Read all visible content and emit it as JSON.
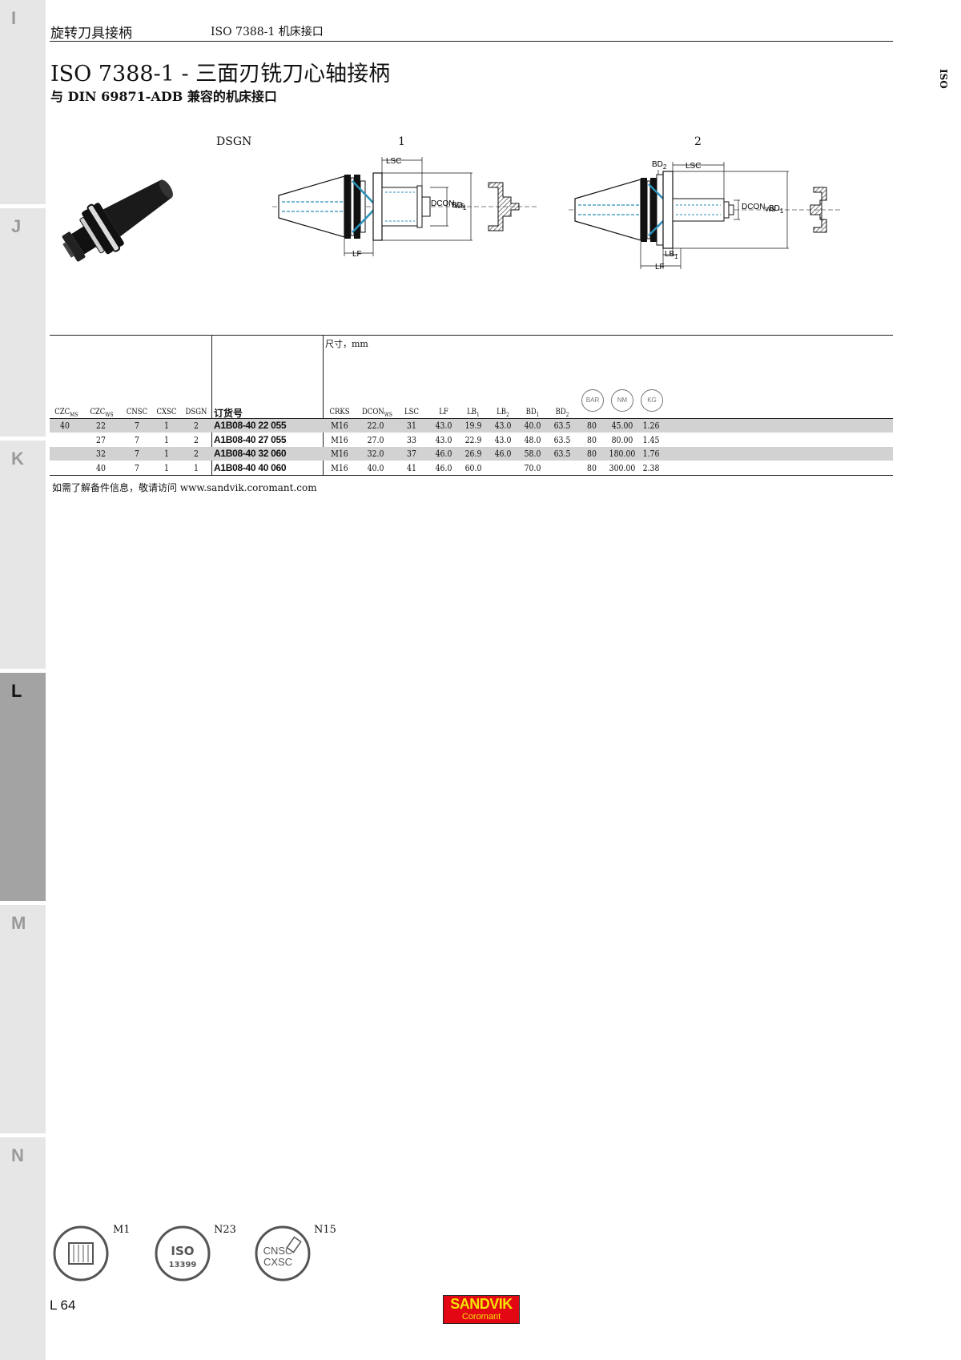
{
  "side_tabs": [
    {
      "letter": "I",
      "active": false
    },
    {
      "letter": "J",
      "active": false
    },
    {
      "letter": "K",
      "active": false
    },
    {
      "letter": "L",
      "active": true
    },
    {
      "letter": "M",
      "active": false
    },
    {
      "letter": "N",
      "active": false
    }
  ],
  "header": {
    "section": "旋转刀具接柄",
    "subsection": "ISO 7388-1 机床接口",
    "side_tag": "ISO"
  },
  "title": "ISO 7388-1 - 三面刃铣刀心轴接柄",
  "subtitle": "与 DIN 69871-ADB 兼容的机床接口",
  "figures": {
    "dsgn_label": "DSGN",
    "fig1_label": "1",
    "fig2_label": "2",
    "fig1_dims": {
      "lsc": "LSC",
      "dcon": "DCON",
      "dcon_sub": "WS",
      "bd": "BD",
      "bd_sub": "1",
      "lf": "LF"
    },
    "fig2_dims": {
      "bd2": "BD",
      "bd2_sub": "2",
      "lsc": "LSC",
      "dcon": "DCON",
      "dcon_sub": "WS",
      "bd": "BD",
      "bd_sub": "1",
      "lb": "LB",
      "lb_sub": "1",
      "lf": "LF"
    }
  },
  "table": {
    "dims_label": "尺寸，mm",
    "left_headers": [
      "CZC",
      "CZC",
      "CNSC",
      "CXSC",
      "DSGN"
    ],
    "left_header_subs": [
      "MS",
      "WS",
      "",
      "",
      ""
    ],
    "order_header": "订货号",
    "dim_headers": [
      "CRKS",
      "DCON",
      "LSC",
      "LF",
      "LB",
      "LB",
      "BD",
      "BD"
    ],
    "dim_header_subs": [
      "",
      "WS",
      "",
      "",
      "1",
      "2",
      "1",
      "2"
    ],
    "icon_headers": [
      "BAR",
      "NM",
      "KG"
    ],
    "rows": [
      {
        "czc_ms": "40",
        "czc_ws": "22",
        "cnsc": "7",
        "cxsc": "1",
        "dsgn": "2",
        "code": "A1B08-40 22 055",
        "crks": "M16",
        "dcon": "22.0",
        "lsc": "31",
        "lf": "43.0",
        "lb1": "19.9",
        "lb2": "43.0",
        "bd1": "40.0",
        "bd2": "63.5",
        "bar": "80",
        "nm": "45.00",
        "kg": "1.26"
      },
      {
        "czc_ms": "",
        "czc_ws": "27",
        "cnsc": "7",
        "cxsc": "1",
        "dsgn": "2",
        "code": "A1B08-40 27 055",
        "crks": "M16",
        "dcon": "27.0",
        "lsc": "33",
        "lf": "43.0",
        "lb1": "22.9",
        "lb2": "43.0",
        "bd1": "48.0",
        "bd2": "63.5",
        "bar": "80",
        "nm": "80.00",
        "kg": "1.45"
      },
      {
        "czc_ms": "",
        "czc_ws": "32",
        "cnsc": "7",
        "cxsc": "1",
        "dsgn": "2",
        "code": "A1B08-40 32 060",
        "crks": "M16",
        "dcon": "32.0",
        "lsc": "37",
        "lf": "46.0",
        "lb1": "26.9",
        "lb2": "46.0",
        "bd1": "58.0",
        "bd2": "63.5",
        "bar": "80",
        "nm": "180.00",
        "kg": "1.76"
      },
      {
        "czc_ms": "",
        "czc_ws": "40",
        "cnsc": "7",
        "cxsc": "1",
        "dsgn": "1",
        "code": "A1B08-40 40 060",
        "crks": "M16",
        "dcon": "40.0",
        "lsc": "41",
        "lf": "46.0",
        "lb1": "60.0",
        "lb2": "",
        "bd1": "70.0",
        "bd2": "",
        "bar": "80",
        "nm": "300.00",
        "kg": "2.38"
      }
    ],
    "footnote": "如需了解备件信息，敬请访问 www.sandvik.coromant.com"
  },
  "badges": [
    {
      "code": "M1",
      "icon": "collet-icon"
    },
    {
      "code": "N23",
      "icon": "iso-13399-icon",
      "text_top": "ISO",
      "text_bottom": "13399"
    },
    {
      "code": "N15",
      "icon": "cnsc-cxsc-icon",
      "text_top": "CNSC",
      "text_bottom": "CXSC"
    }
  ],
  "footer": {
    "page": "L 64",
    "brand": "SANDVIK",
    "brand_sub": "Coromant",
    "brand_color": "#e30613",
    "brand_text_color": "#f2e600"
  }
}
